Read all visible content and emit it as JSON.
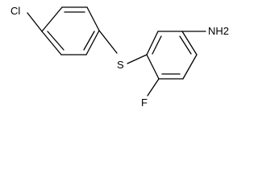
{
  "structure": {
    "atoms": {
      "cl": "Cl",
      "s": "S",
      "nh2": "NH2",
      "f": "F"
    }
  }
}
